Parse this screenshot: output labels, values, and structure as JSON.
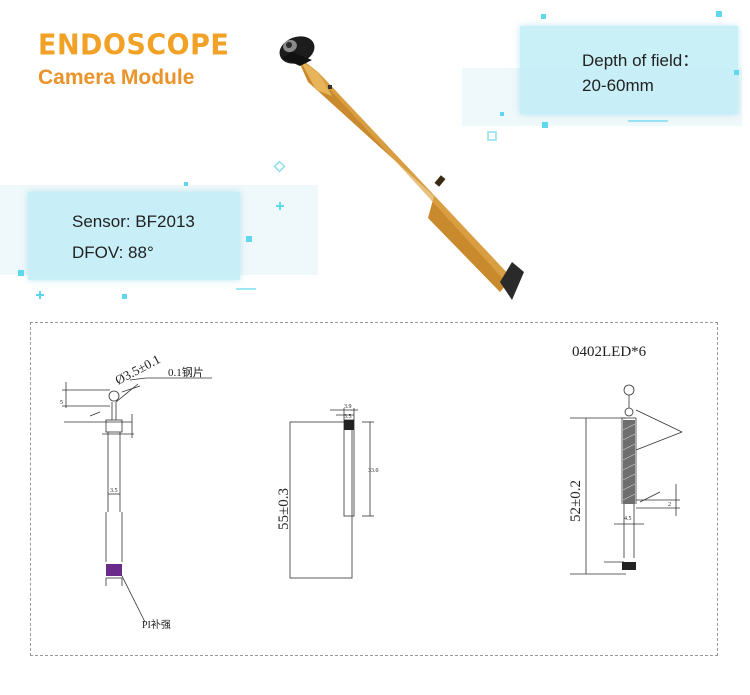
{
  "header": {
    "title": "ENDOSCOPE",
    "subtitle": "Camera Module"
  },
  "depth_card": {
    "label": "Depth of field：",
    "value": "20-60mm"
  },
  "sensor_card": {
    "sensor": "Sensor: BF2013",
    "fov": "DFOV: 88°"
  },
  "drawing_left": {
    "diameter": "Ø3.5±0.1",
    "steel": "0.1钢片",
    "dim_5": "5",
    "dim_35": "3.5",
    "pi_label": "PI补强"
  },
  "drawing_middle": {
    "length": "55±0.3",
    "width_39": "3.9",
    "width_35": "3.5",
    "dim_330": "33.0"
  },
  "drawing_right": {
    "led": "0402LED*6",
    "length": "52±0.2",
    "dim_45": "4.5",
    "dim_2": "2"
  },
  "colors": {
    "title_orange": "#f0a126",
    "card_blue": "#c4eef6",
    "fpc_orange": "#c98a2e",
    "pi_purple": "#6a2b8a"
  }
}
